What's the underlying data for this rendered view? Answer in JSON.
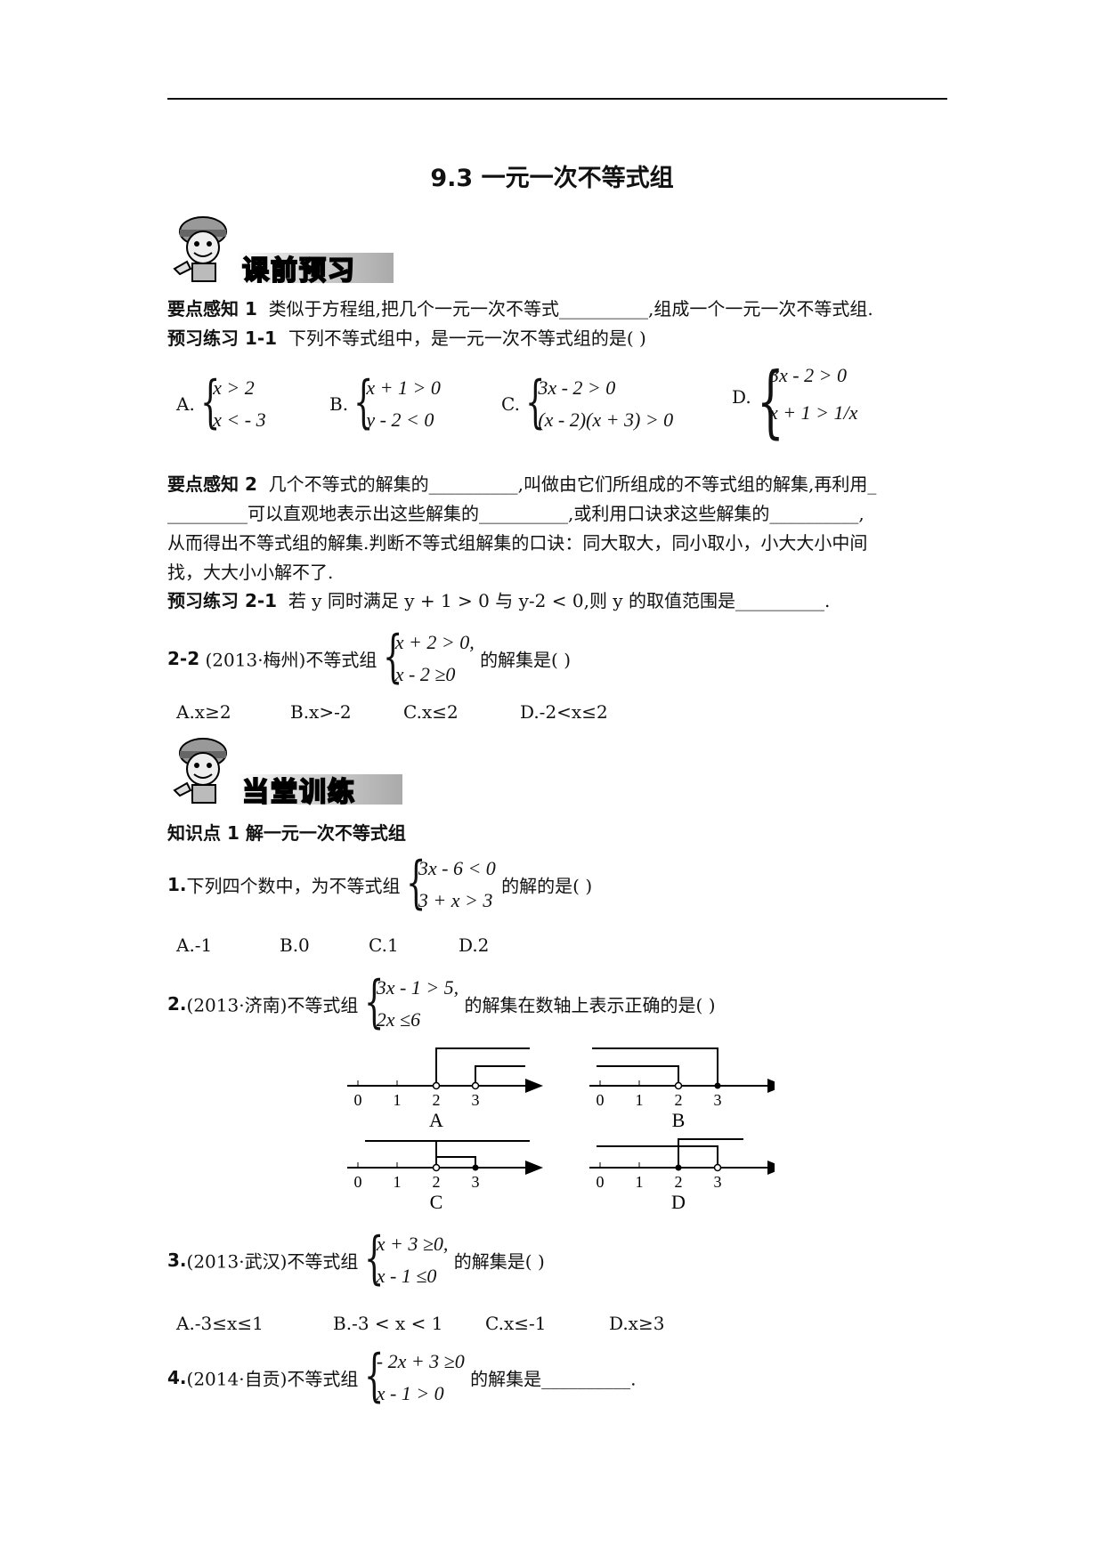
{
  "title": "9.3  一元一次不等式组",
  "banner1": "课前预习",
  "banner2": "当堂训练",
  "k1": {
    "label": "要点感知 1",
    "text": "类似于方程组,把几个一元一次不等式__________,组成一个一元一次不等式组."
  },
  "p11": {
    "label": "预习练习 1-1",
    "text": "下列不等式组中，是一元一次不等式组的是(    )"
  },
  "p11_opts": {
    "A": {
      "label": "A.",
      "r1": "x > 2",
      "r2": "x < - 3"
    },
    "B": {
      "label": "B.",
      "r1": "x + 1 > 0",
      "r2": "y - 2 < 0"
    },
    "C": {
      "label": "C.",
      "r1": "3x - 2 > 0",
      "r2": "(x - 2)(x + 3) > 0"
    },
    "D": {
      "label": "D.",
      "r1": "3x - 2 > 0",
      "r2": "x + 1 > 1/x"
    }
  },
  "k2": {
    "label": "要点感知 2",
    "l1": "几个不等式的解集的__________,叫做由它们所组成的不等式组的解集,再利用_",
    "l2": "_________可以直观地表示出这些解集的__________,或利用口诀求这些解集的__________,",
    "l3": "从而得出不等式组的解集.判断不等式组解集的口诀：同大取大，同小取小，小大大小中间",
    "l4": "找，大大小小解不了."
  },
  "p21": {
    "label": "预习练习 2-1",
    "text": "若 y 同时满足 y + 1 > 0 与 y-2 < 0,则 y 的取值范围是__________."
  },
  "p22": {
    "label": "2-2",
    "pre": "(2013·梅州)不等式组",
    "r1": "x + 2 > 0,",
    "r2": "x - 2 ≥0",
    "post": "的解集是(    )"
  },
  "p22_opts": [
    "A.x≥2",
    "B.x>-2",
    "C.x≤2",
    "D.-2<x≤2"
  ],
  "kp1": "知识点 1  解一元一次不等式组",
  "q1": {
    "num": "1.",
    "pre": "下列四个数中，为不等式组",
    "r1": "3x - 6 < 0",
    "r2": "3 + x > 3",
    "post": "的解的是(    )"
  },
  "q1_opts": [
    "A.-1",
    "B.0",
    "C.1",
    "D.2"
  ],
  "q2": {
    "num": "2.",
    "pre": "(2013·济南)不等式组",
    "r1": "3x - 1 > 5,",
    "r2": "2x ≤6",
    "post": "的解集在数轴上表示正确的是(    )"
  },
  "numberline": {
    "ticks": [
      "0",
      "1",
      "2",
      "3"
    ],
    "labels": [
      "A",
      "B",
      "C",
      "D"
    ]
  },
  "q3": {
    "num": "3.",
    "pre": "(2013·武汉)不等式组",
    "r1": "x + 3 ≥0,",
    "r2": "x - 1 ≤0",
    "post": "的解集是(    )"
  },
  "q3_opts": [
    "A.-3≤x≤1",
    "B.-3 < x < 1",
    "C.x≤-1",
    "D.x≥3"
  ],
  "q4": {
    "num": "4.",
    "pre": "(2014·自贡)不等式组",
    "r1": "- 2x + 3 ≥0",
    "r2": "x - 1 > 0",
    "post": "的解集是__________."
  }
}
